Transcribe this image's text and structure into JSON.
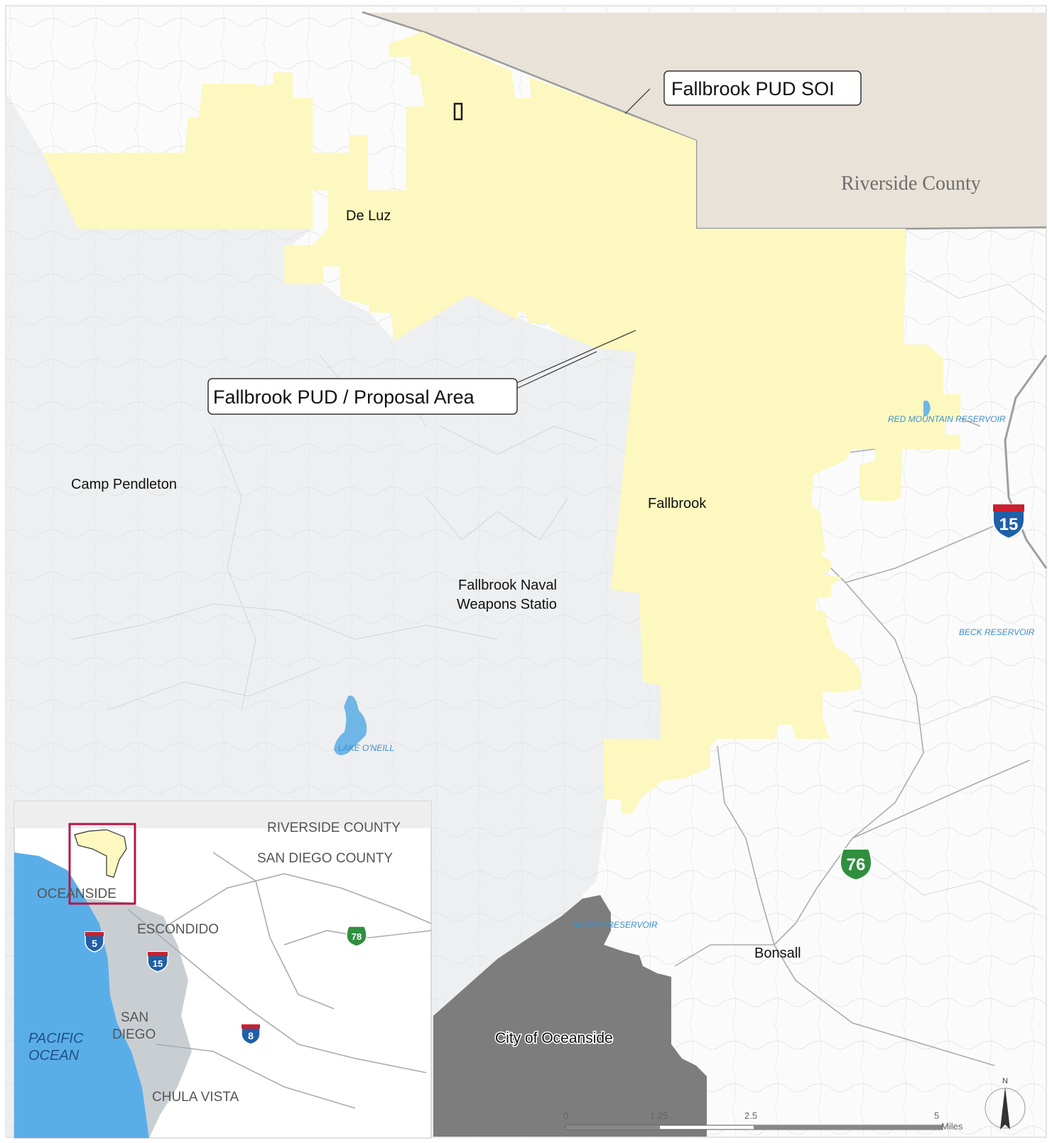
{
  "colors": {
    "soi_fill": "#fcf8bf",
    "boundary_dash": "#f2ea1e",
    "boundary_line": "#1a1a1a",
    "riverside_county": "#e8e2d8",
    "camp_pendleton": "#efefef",
    "oceanside_city": "#7d7d7d",
    "water": "#6fb6e6",
    "ocean": "#5aaee8",
    "inset_frame": "#b3174b",
    "route_76_green": "#2f8f3f",
    "interstate_blue": "#1f5fa8",
    "interstate_red": "#c8202f"
  },
  "callouts": {
    "soi": "Fallbrook PUD SOI",
    "proposal": "Fallbrook PUD / Proposal Area"
  },
  "labels": {
    "riverside_county": "Riverside County",
    "de_luz": "De Luz",
    "camp_pendleton": "Camp Pendleton",
    "fallbrook": "Fallbrook",
    "naval_line1": "Fallbrook Naval",
    "naval_line2": "Weapons Statio",
    "bonsall": "Bonsall",
    "city_of_oceanside": "City of Oceanside"
  },
  "water_labels": {
    "red_mountain": "RED MOUNTAIN RESERVOIR",
    "beck": "BECK RESERVOIR",
    "lake_oneill": "LAKE O'NEILL",
    "morro": "MORRO RESERVOIR"
  },
  "shields": {
    "i15": "15",
    "sr76": "76"
  },
  "inset": {
    "riverside_county": "RIVERSIDE COUNTY",
    "san_diego_county": "SAN DIEGO COUNTY",
    "oceanside": "OCEANSIDE",
    "escondido": "ESCONDIDO",
    "san": "SAN",
    "diego": "DIEGO",
    "pacific": "PACIFIC",
    "ocean": "OCEAN",
    "chula_vista": "CHULA VISTA",
    "i5": "5",
    "i15": "15",
    "i8": "8",
    "sr78": "78"
  },
  "scale_bar": {
    "ticks": [
      "0",
      "1.25",
      "2.5",
      "5"
    ],
    "unit": "Miles"
  },
  "north_arrow": "N"
}
